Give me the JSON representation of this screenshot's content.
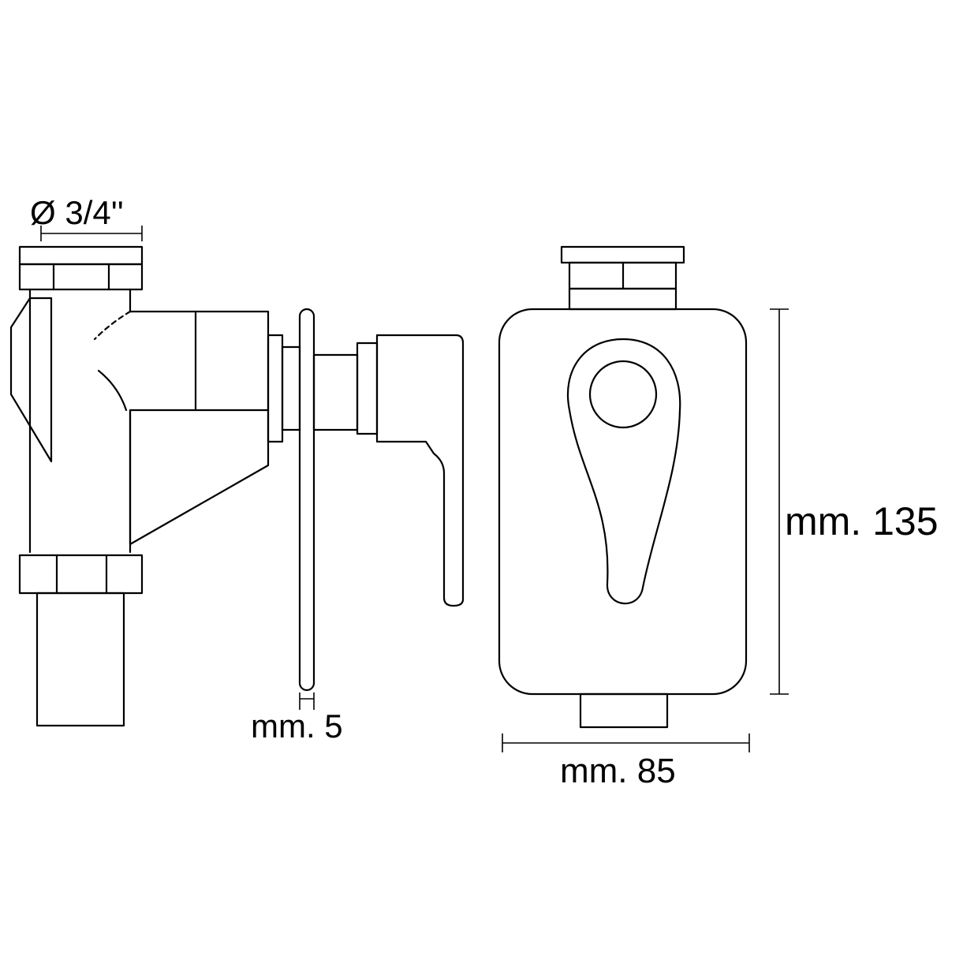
{
  "dimensions": {
    "inlet_diameter": "Ø 3/4''",
    "plate_thickness": "mm. 5",
    "height": "mm. 135",
    "width": "mm. 85"
  }
}
